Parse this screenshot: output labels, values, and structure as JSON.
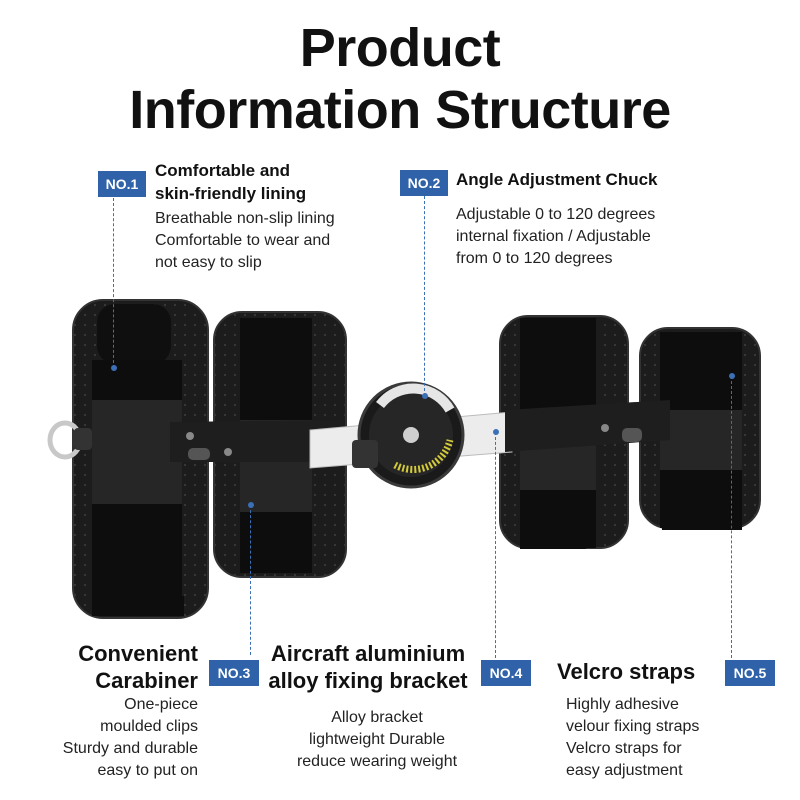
{
  "title": {
    "line1": "Product",
    "line2": "Information Structure"
  },
  "features": [
    {
      "badge": "NO.1",
      "title": [
        "Comfortable and",
        "skin-friendly lining"
      ],
      "desc": [
        "Breathable non-slip lining",
        "Comfortable to wear and",
        "not easy to slip"
      ],
      "icon": "lining-pad"
    },
    {
      "badge": "NO.2",
      "title": [
        "Angle Adjustment Chuck"
      ],
      "desc": [
        "Adjustable 0 to 120 degrees",
        "internal fixation / Adjustable",
        "from 0 to 120 degrees"
      ],
      "icon": "angle-dial"
    },
    {
      "badge": "NO.3",
      "title": [
        "Convenient",
        "Carabiner"
      ],
      "desc": [
        "One-piece",
        "moulded clips",
        "Sturdy and durable",
        "easy to put on"
      ],
      "icon": "carabiner"
    },
    {
      "badge": "NO.4",
      "title": [
        "Aircraft aluminium",
        "alloy fixing bracket"
      ],
      "desc": [
        "Alloy bracket",
        "lightweight Durable",
        "reduce wearing weight"
      ],
      "icon": "bracket"
    },
    {
      "badge": "NO.5",
      "title": [
        "Velcro straps"
      ],
      "desc": [
        "Highly adhesive",
        "velour fixing straps",
        "Velcro straps for",
        "easy adjustment"
      ],
      "icon": "velcro-strap"
    }
  ],
  "colors": {
    "badge": "#2f62a8",
    "leader": "#3b6fb6",
    "brace_body": "#1a1a1a",
    "strap": "#0d0d0d",
    "bracket": "#e8e8e8"
  }
}
